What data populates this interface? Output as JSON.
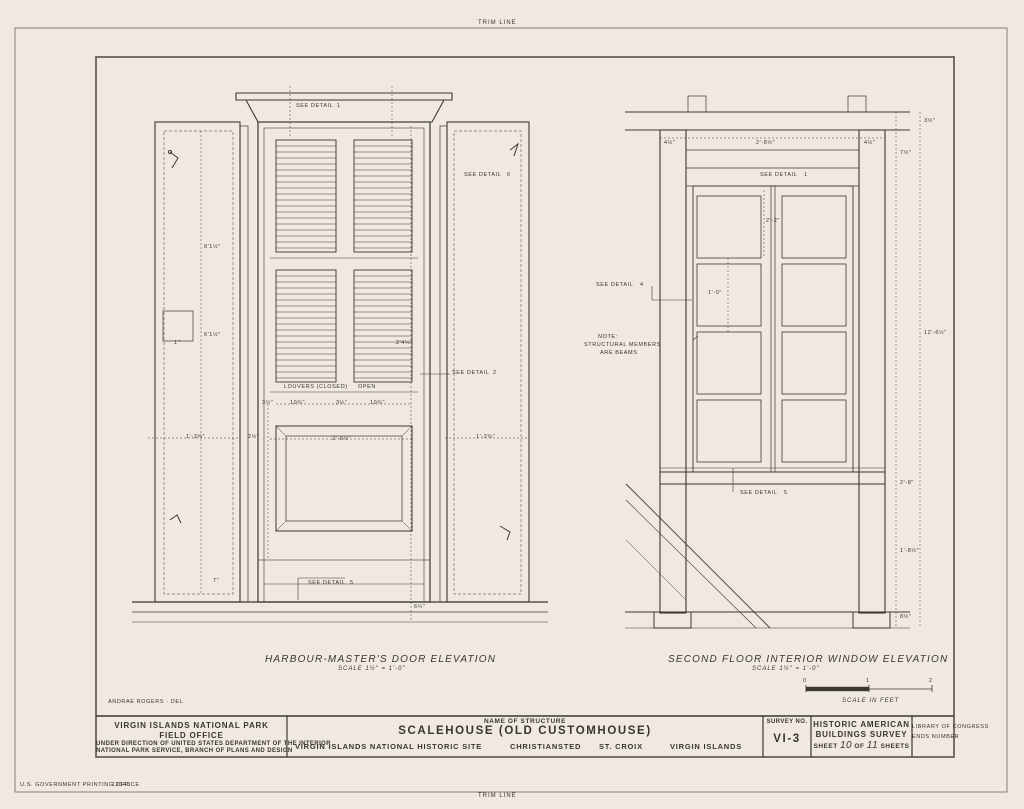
{
  "sheet": {
    "trim_line_label": "TRIM LINE",
    "stamp_left": "U.S. GOVERNMENT PRINTING OFFICE",
    "stamp_code": "12345"
  },
  "door_elevation": {
    "title": "HARBOUR-MASTER'S DOOR ELEVATION",
    "scale": "SCALE  1½\" = 1'-0\"",
    "notes": {
      "see_detail_1": "SEE DETAIL",
      "see_detail_1_num": "1",
      "see_detail_6": "SEE DETAIL",
      "see_detail_6_num": "6",
      "see_detail_2": "SEE DETAIL",
      "see_detail_2_num": "2",
      "see_detail_5": "SEE DETAIL",
      "see_detail_5_num": "5",
      "louver_note": "LOUVERS (CLOSED)",
      "louver_note2": "OPEN"
    },
    "dims": {
      "shutter_height": "8'1½\"",
      "shutter_lower": "6'1½\"",
      "left_width": "1'-3¾\"",
      "right_width": "1'-2¾\"",
      "panel_width": "2'-6½\"",
      "stile_a": "10¾\"",
      "stile_b": "3½\"",
      "stile_c": "10¾\"",
      "gap_a": "3½\"",
      "gap_b": "2½\"",
      "bottom_a": "7\"",
      "bottom_b": "1'\"",
      "vertical_a": "6¼\"",
      "vertical_b": "2'4½\""
    }
  },
  "window_elevation": {
    "title": "SECOND FLOOR INTERIOR WINDOW ELEVATION",
    "scale": "SCALE  1½\" = 1'-0\"",
    "notes": {
      "see_detail_1": "SEE DETAIL",
      "see_detail_1_num": "1",
      "see_detail_4": "SEE DETAIL",
      "see_detail_4_num": "4",
      "see_detail_5": "SEE DETAIL",
      "see_detail_5_num": "5",
      "note_a": "NOTE:",
      "note_b": "STRUCTURAL MEMBERS",
      "note_c": "ARE BEAMS"
    },
    "dims": {
      "top_left": "4½\"",
      "top_right": "4½\"",
      "top_width": "2'-8½\"",
      "inner": "2'-2\"",
      "pane": "1'-0\"",
      "side_total": "12'-6½\"",
      "side_a": "3½\"",
      "side_b": "7½\"",
      "side_c": "2'-8\"",
      "side_d": "1'-8½\"",
      "side_e": "8½\""
    }
  },
  "drawn_by": "ANDRAE ROGERS · DEL.",
  "scale_bar": {
    "ticks": [
      "0",
      "1",
      "2"
    ],
    "label": "SCALE IN FEET"
  },
  "title_block": {
    "agency_line1": "VIRGIN ISLANDS NATIONAL PARK",
    "agency_line2": "FIELD OFFICE",
    "agency_line3": "UNDER DIRECTION OF UNITED STATES DEPARTMENT OF THE INTERIOR",
    "agency_line4": "NATIONAL PARK SERVICE, BRANCH OF PLANS AND DESIGN",
    "name_label": "NAME OF STRUCTURE",
    "structure_name": "SCALEHOUSE  (OLD  CUSTOMHOUSE)",
    "site": "VIRGIN ISLANDS NATIONAL HISTORIC SITE",
    "town": "CHRISTIANSTED",
    "island": "ST. CROIX",
    "territory": "VIRGIN ISLANDS",
    "survey_label": "SURVEY NO.",
    "survey_no": "VI-3",
    "habs_line1": "HISTORIC AMERICAN",
    "habs_line2": "BUILDINGS SURVEY",
    "sheet_word": "SHEET",
    "sheet_num": "10",
    "of_word": "OF",
    "sheet_total": "11",
    "sheets_word": "SHEETS",
    "library_line1": "LIBRARY OF CONGRESS",
    "library_line2": "ENDS NUMBER"
  }
}
